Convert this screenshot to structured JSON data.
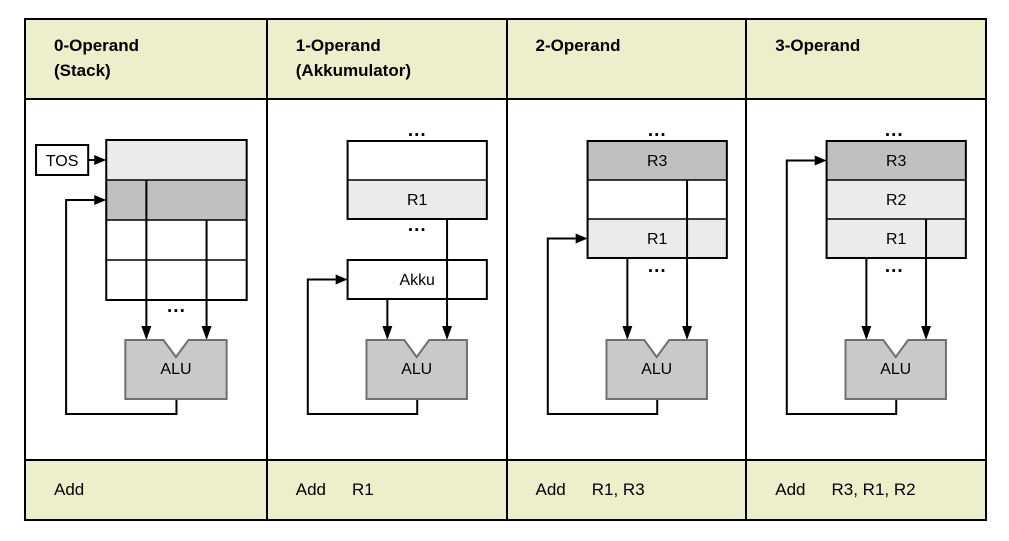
{
  "colors": {
    "page_bg": "#ffffff",
    "band_bg": "#edefcc",
    "reg_dark": "#c0c0c0",
    "reg_light": "#ebebeb",
    "reg_white": "#ffffff",
    "alu_fill": "#c9c9c9",
    "alu_stroke": "#707070",
    "line": "#000000",
    "text": "#000000"
  },
  "table": {
    "columns": [
      {
        "header_line1": "0-Operand",
        "header_line2": "(Stack)",
        "instruction": {
          "mnemonic": "Add",
          "operands": ""
        },
        "diagram": {
          "tos_label": "TOS",
          "alu_label": "ALU",
          "ellipsis": "...",
          "registers": [
            "",
            "",
            "",
            ""
          ]
        }
      },
      {
        "header_line1": "1-Operand",
        "header_line2": "(Akkumulator)",
        "instruction": {
          "mnemonic": "Add",
          "operands": "R1"
        },
        "diagram": {
          "akku_label": "Akku",
          "alu_label": "ALU",
          "ellipsis": "...",
          "registers": [
            "",
            "R1"
          ]
        }
      },
      {
        "header_line1": "2-Operand",
        "header_line2": "",
        "instruction": {
          "mnemonic": "Add",
          "operands": "R1, R3"
        },
        "diagram": {
          "alu_label": "ALU",
          "ellipsis": "...",
          "registers": [
            "R3",
            "",
            "R1"
          ]
        }
      },
      {
        "header_line1": "3-Operand",
        "header_line2": "",
        "instruction": {
          "mnemonic": "Add",
          "operands": "R3, R1, R2"
        },
        "diagram": {
          "alu_label": "ALU",
          "ellipsis": "...",
          "registers": [
            "R3",
            "R2",
            "R1"
          ]
        }
      }
    ]
  }
}
